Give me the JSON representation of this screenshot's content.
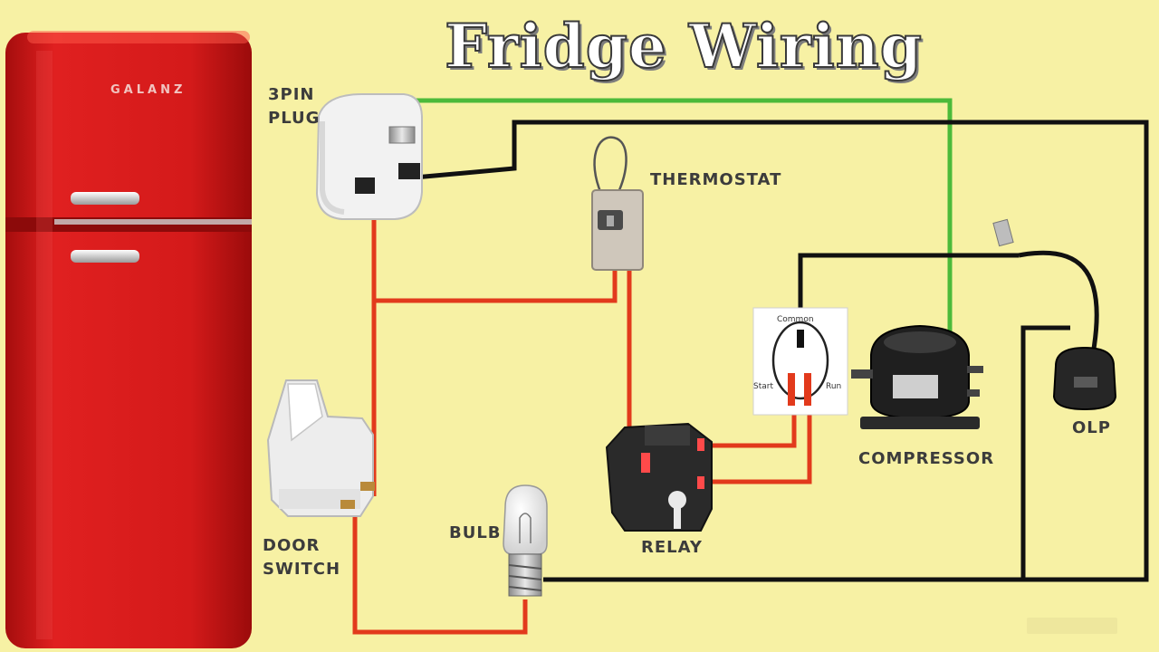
{
  "title": "Fridge Wiring",
  "fridge": {
    "brand": "GALANZ"
  },
  "labels": {
    "plug_line1": "3PIN",
    "plug_line2": "PLUG",
    "thermostat": "THERMOSTAT",
    "door_line1": "DOOR",
    "door_line2": "SWITCH",
    "bulb": "BULB",
    "relay": "RELAY",
    "compressor": "COMPRESSOR",
    "olp": "OLP"
  },
  "relay_terminals": {
    "common": "Common",
    "start": "Start",
    "run": "Run"
  },
  "colors": {
    "background": "#f7f1a4",
    "fridge_red": "#d41a1a",
    "wire_red": "#e23a1c",
    "wire_green": "#4cba3a",
    "wire_black": "#111111"
  }
}
